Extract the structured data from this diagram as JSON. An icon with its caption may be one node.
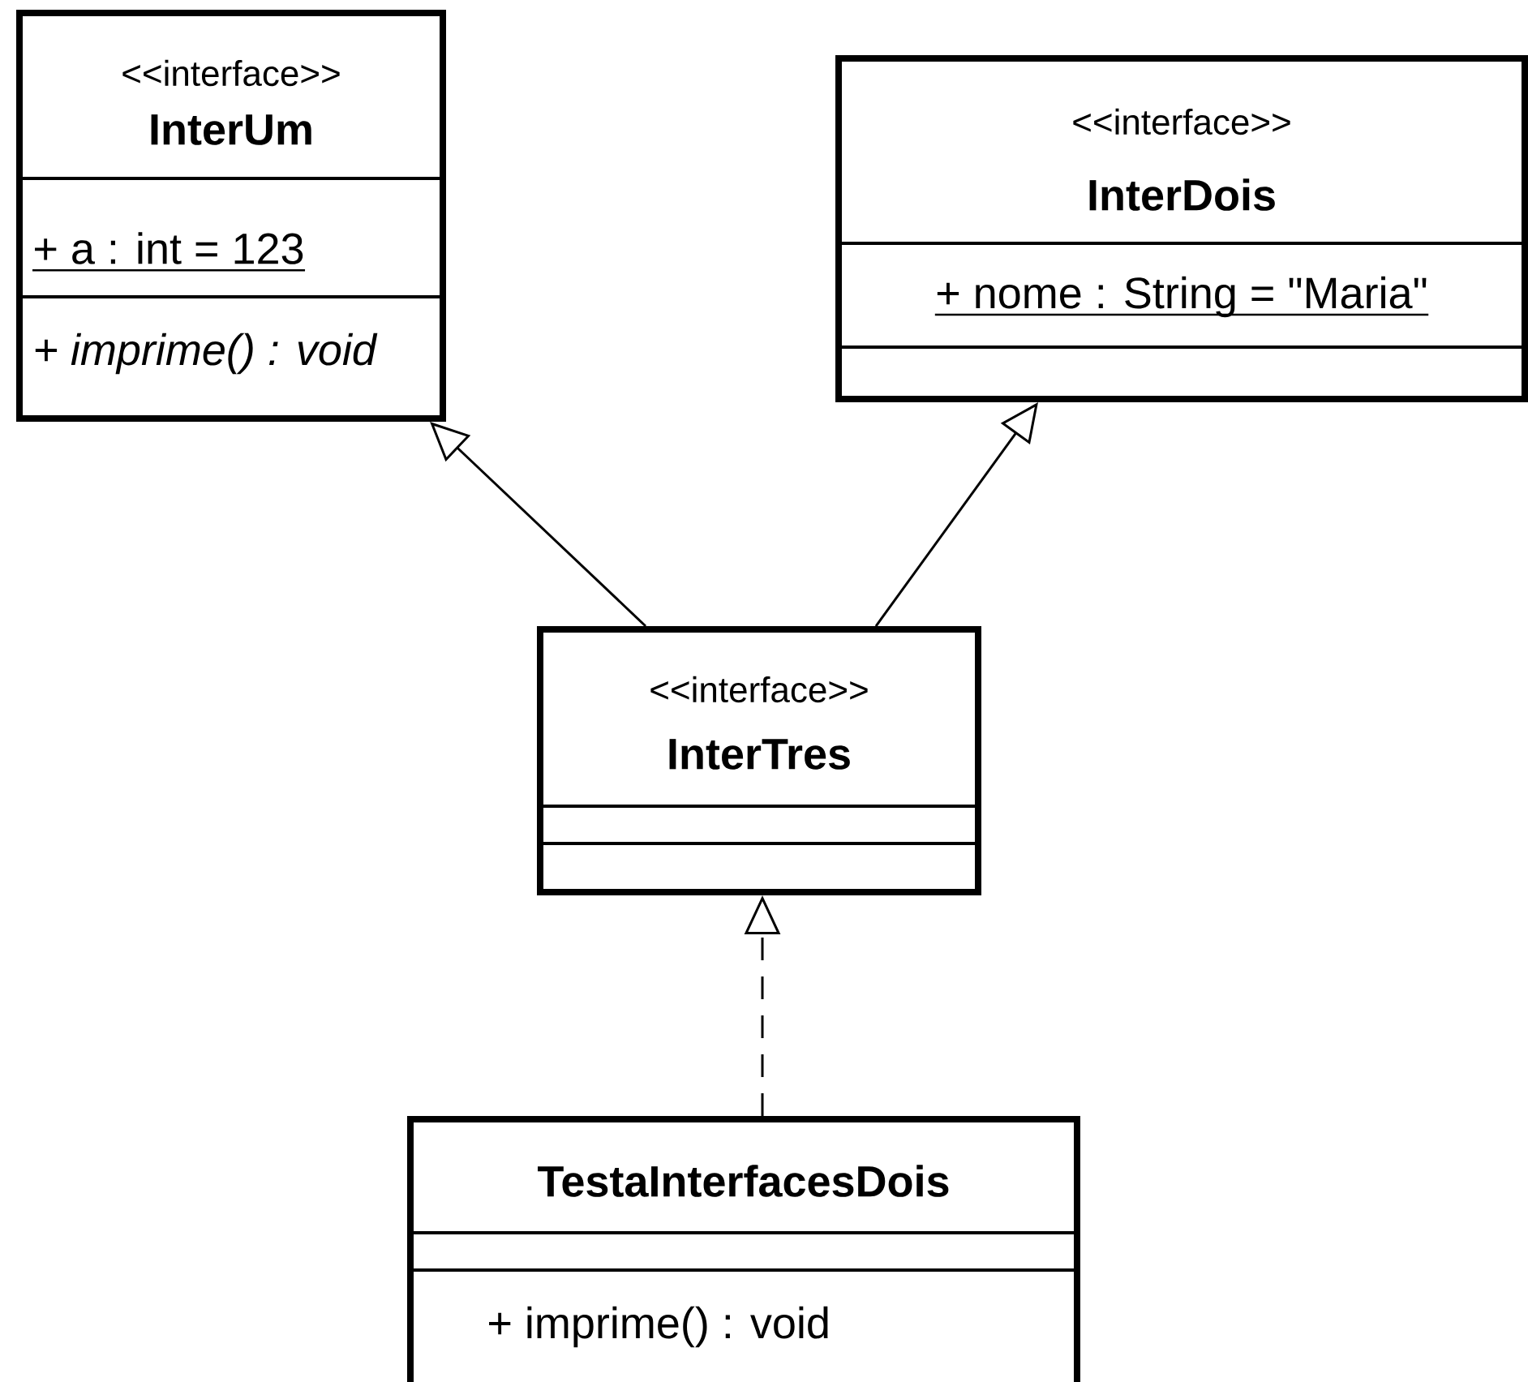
{
  "diagram": {
    "nodes": [
      {
        "text": [
          "<<interface>>",
          "InterUm",
          "+ a : int = 123",
          "+ imprime() : void"
        ]
      },
      {
        "text": [
          "<<interface>>",
          "InterDois",
          "+ nome : String = \"Maria\""
        ]
      },
      {
        "text": [
          "<<interface>>",
          "InterTres"
        ]
      },
      {
        "text": [
          "TestaInterfacesDois",
          "+ imprime() : void"
        ]
      }
    ],
    "edges": [
      {
        "from": 2,
        "to": 0,
        "arrow": "to"
      },
      {
        "from": 2,
        "to": 1,
        "arrow": "to"
      },
      {
        "from": 3,
        "to": 2,
        "arrow": "to",
        "style": "dashed"
      }
    ]
  }
}
